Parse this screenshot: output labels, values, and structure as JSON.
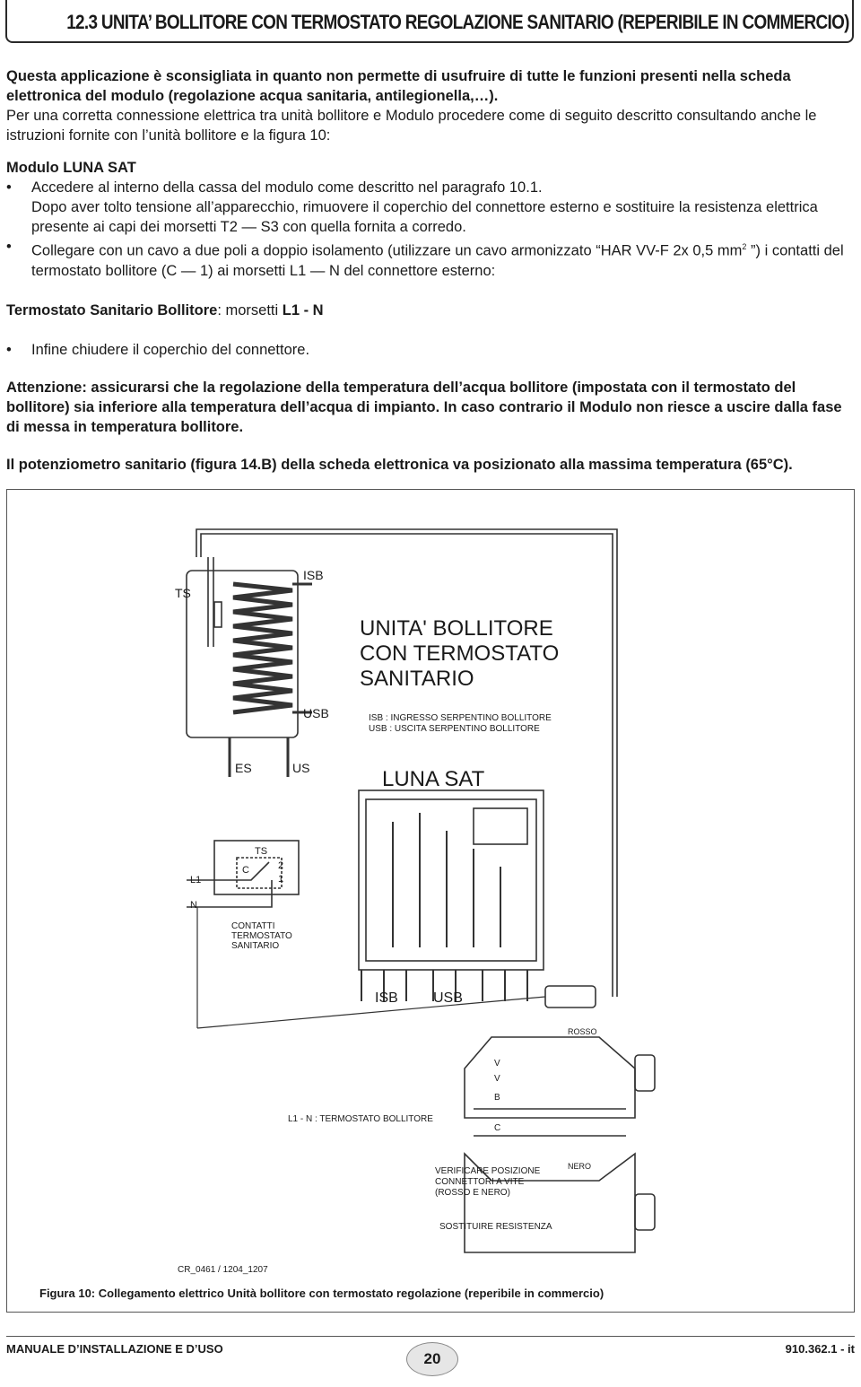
{
  "header": {
    "title": "12.3 UNITA’ BOLLITORE CON TERMOSTATO REGOLAZIONE SANITARIO (REPERIBILE IN COMMERCIO)"
  },
  "body": {
    "warning_intro": "Questa applicazione è sconsigliata in quanto non permette di usufruire di tutte le funzioni presenti nella scheda elettronica del modulo (regolazione acqua sanitaria, antilegionella,…).",
    "intro": "Per una corretta connessione elettrica tra unità bollitore e Modulo procedere come di seguito descritto consultando anche le istruzioni fornite con l’unità bollitore e la figura 10:",
    "module_heading": "Modulo LUNA SAT",
    "bullet_char": "•",
    "bullet_1": "Accedere al interno della cassa del modulo come descritto nel paragrafo 10.1.",
    "paragraph_2": "Dopo aver tolto tensione all’apparecchio, rimuovere il coperchio del connettore esterno e sostituire la resistenza elettrica presente ai capi dei morsetti T2 — S3 con quella fornita a corredo.",
    "bullet_2_a": "Collegare con un cavo a due poli a doppio isolamento (utilizzare un cavo armonizzato “HAR VV-F 2x 0,5 mm",
    "bullet_2_sup": "2",
    "bullet_2_b": " ”) i contatti del termostato bollitore (C — 1) ai morsetti L1 — N del connettore esterno:",
    "thermostat_label": "Termostato Sanitario Bollitore",
    "thermostat_sep": ": morsetti ",
    "thermostat_terminals": "L1 - N",
    "bullet_3": "Infine chiudere il coperchio del connettore.",
    "attention": "Attenzione: assicurarsi che la regolazione della temperatura dell’acqua bollitore (impostata con il termostato del bollitore) sia inferiore alla temperatura dell’acqua di impianto. In caso contrario il Modulo non riesce a uscire dalla fase di messa in temperatura bollitore.",
    "potentiometer": "Il potenziometro sanitario (figura 14.B) della scheda elettronica va posizionato alla massima temperatura (65°C)."
  },
  "figure": {
    "ts": "TS",
    "isb": "ISB",
    "usb": "USB",
    "es": "ES",
    "us": "US",
    "title_line1": "UNITA' BOLLITORE",
    "title_line2": "CON TERMOSTATO",
    "title_line3": "SANITARIO",
    "legend_isb": "ISB : INGRESSO SERPENTINO BOLLITORE",
    "legend_usb": "USB : USCITA SERPENTINO BOLLITORE",
    "luna_sat": "LUNA SAT",
    "switch_ts": "TS",
    "switch_c": "C",
    "switch_2": "2",
    "switch_1": "1",
    "switch_l1": "L1",
    "switch_n": "N",
    "contacts_line1": "CONTATTI",
    "contacts_line2": "TERMOSTATO",
    "contacts_line3": "SANITARIO",
    "bottom_isb": "ISB",
    "bottom_usb": "USB",
    "rosso": "ROSSO",
    "nero": "NERO",
    "term_v1": "V",
    "term_v2": "V",
    "term_b": "B",
    "term_c": "C",
    "l1n_note": "L1 - N : TERMOSTATO BOLLITORE",
    "verify_line1": "VERIFICARE POSIZIONE",
    "verify_line2": "CONNETTORI A VITE",
    "verify_line3": "(ROSSO E NERO)",
    "replace": "SOSTITUIRE  RESISTENZA",
    "code": "CR_0461 / 1204_1207",
    "caption": "Figura 10: Collegamento elettrico Unità bollitore con termostato regolazione (reperibile in commercio)"
  },
  "footer": {
    "left": "MANUALE D’INSTALLAZIONE E D’USO",
    "page": "20",
    "right": "910.362.1 - it"
  }
}
